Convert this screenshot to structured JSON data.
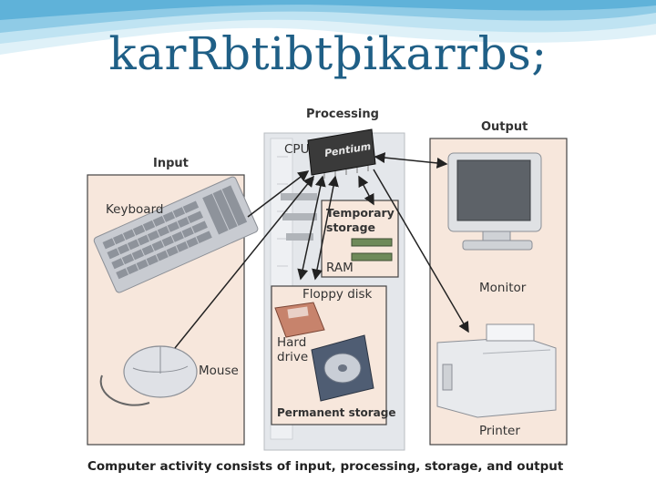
{
  "slide": {
    "title": "karRbtibtþikarrbs;"
  },
  "diagram": {
    "headings": {
      "processing": "Processing",
      "output": "Output",
      "input": "Input"
    },
    "labels": {
      "cpu": "CPU",
      "chip": "Pentium",
      "temporary_storage_1": "Temporary",
      "temporary_storage_2": "storage",
      "ram": "RAM",
      "floppy_disk": "Floppy disk",
      "hard_drive_1": "Hard",
      "hard_drive_2": "drive",
      "permanent_storage": "Permanent storage",
      "keyboard": "Keyboard",
      "mouse": "Mouse",
      "monitor": "Monitor",
      "printer": "Printer"
    },
    "caption": "Computer activity consists of input, processing, storage, and output"
  },
  "colors": {
    "title": "#1f5f86",
    "panel_fill": "#f7e7dc",
    "panel_border": "#444444",
    "arrow": "#222222",
    "tower": "#e3e6ea"
  }
}
